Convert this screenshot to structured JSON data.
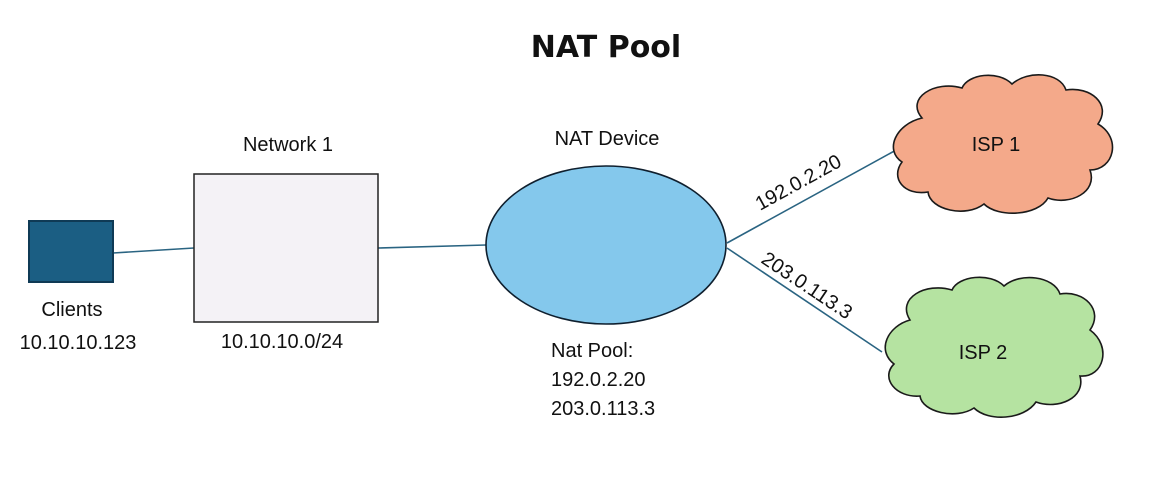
{
  "title": "NAT Pool",
  "clients": {
    "label": "Clients",
    "ip": "10.10.10.123",
    "color": "#1b5e83"
  },
  "network": {
    "label": "Network 1",
    "subnet": "10.10.10.0/24",
    "fill": "#f4f2f6"
  },
  "nat_device": {
    "label": "NAT Device",
    "pool_title": "Nat Pool:",
    "pool": [
      "192.0.2.20",
      "203.0.113.3"
    ],
    "fill": "#84c8ec"
  },
  "links": {
    "isp1_ip": "192.0.2.20",
    "isp2_ip": "203.0.113.3",
    "color": "#2a6482"
  },
  "isp1": {
    "label": "ISP 1",
    "fill": "#f4a98a"
  },
  "isp2": {
    "label": "ISP 2",
    "fill": "#b5e3a1"
  }
}
